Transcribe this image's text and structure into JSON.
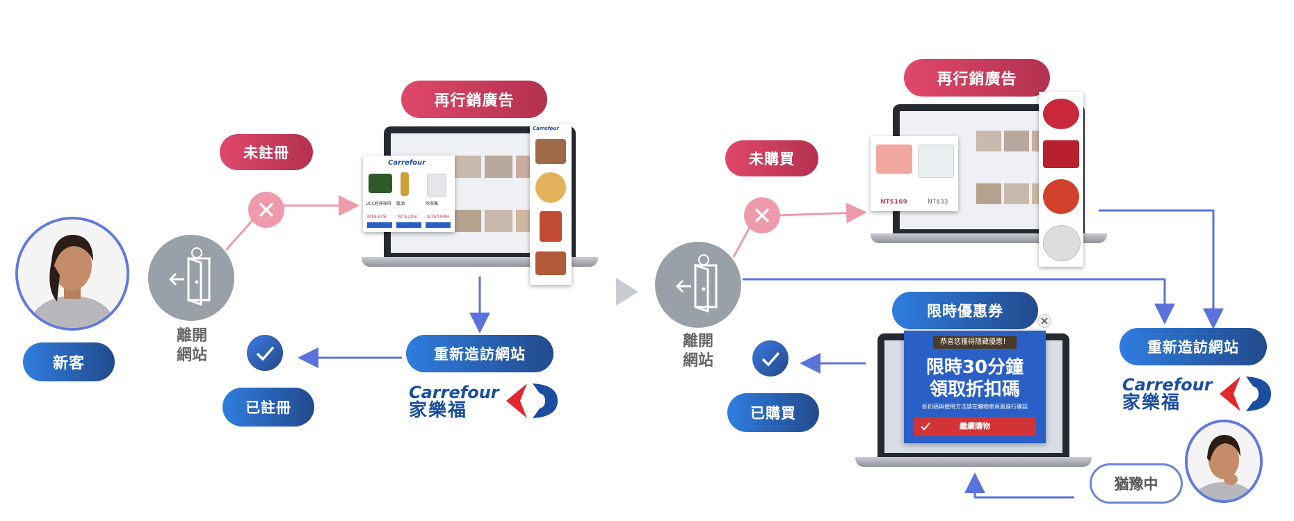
{
  "left": {
    "new_customer": "新客",
    "not_registered": "未註冊",
    "leave_site": [
      "離開",
      "網站"
    ],
    "retarget_ad": "再行銷廣告",
    "revisit_site": "重新造訪網站",
    "registered": "已註冊",
    "brand_en": "Carrefour",
    "brand_zh": "家樂福",
    "ad_products": [
      {
        "name": "UCC經典咖啡",
        "price": "NT$379"
      },
      {
        "name": "醬油",
        "price": "NT$209"
      },
      {
        "name": "除濕機",
        "price": "NT$5999"
      }
    ]
  },
  "right": {
    "not_purchased": "未購買",
    "leave_site": [
      "離開",
      "網站"
    ],
    "retarget_ad": "再行銷廣告",
    "revisit_site": "重新造訪網站",
    "purchased": "已購買",
    "limited_coupon": "限時優惠券",
    "hesitating": "猶豫中",
    "brand_en": "Carrefour",
    "brand_zh": "家樂福",
    "ad_prices": [
      "NT$169",
      "NT$33"
    ],
    "coupon": {
      "banner": "恭喜您獲得隱藏優惠！",
      "line1": "限時30分鐘",
      "line2": "領取折扣碼",
      "note": "折扣碼與使用方法請在購物車頁面進行確認",
      "button": "繼續購物"
    }
  },
  "colors": {
    "accent_red": "#d13f60",
    "accent_blue": "#2f6fd6",
    "connector_blue": "#5a73dc",
    "connector_pink": "#ee9aac",
    "exit_gray": "#9aa0a8"
  }
}
